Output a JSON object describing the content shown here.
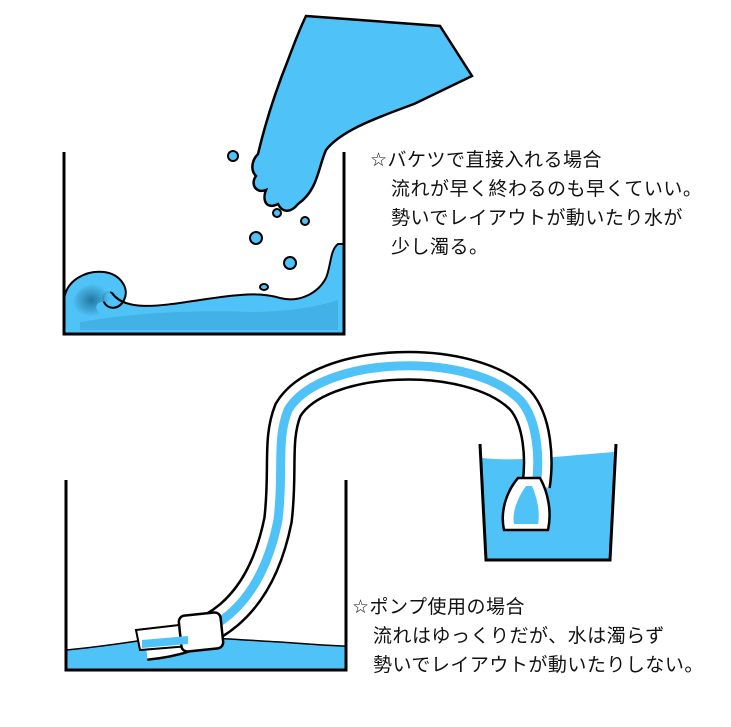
{
  "colors": {
    "water": "#4fc3f7",
    "water_dark": "#2a8fc4",
    "outline": "#000000",
    "background": "#ffffff"
  },
  "bucket_method": {
    "heading": "☆バケツで直接入れる場合",
    "lines": [
      "流れが早く終わるのも早くていい。",
      "勢いでレイアウトが動いたり水が",
      "少し濁る。"
    ]
  },
  "pump_method": {
    "heading": "☆ポンプ使用の場合",
    "lines": [
      "流れはゆっくりだが、水は濁らず",
      "勢いでレイアウトが動いたりしない。"
    ]
  }
}
